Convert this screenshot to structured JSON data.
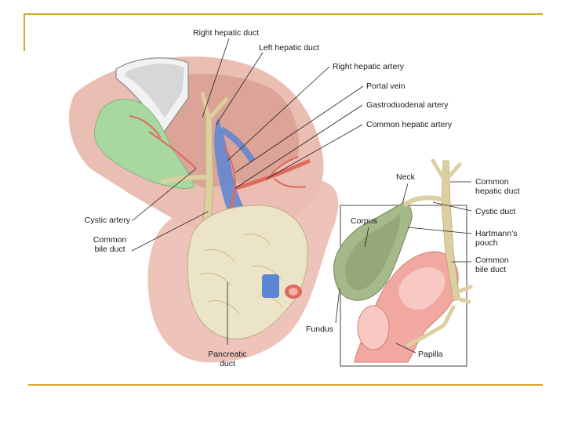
{
  "colors": {
    "frame": "#d4a82a",
    "leader": "#222222",
    "tissue": "#e9b8ad",
    "liver": "#d99a8a",
    "gallbladder_green": "#a9d9a4",
    "duct": "#d9cfa0",
    "portal_vein": "#4a78c8",
    "artery": "#e0645a",
    "pancreas": "#ece6c8",
    "inset_gallbladder": "#9db07a"
  },
  "labels": {
    "right_hepatic_duct": "Right hepatic duct",
    "left_hepatic_duct": "Left hepatic duct",
    "right_hepatic_artery": "Right hepatic artery",
    "portal_vein": "Portal vein",
    "gastroduodenal_artery": "Gastroduodenal artery",
    "common_hepatic_artery": "Common hepatic artery",
    "cystic_artery": "Cystic artery",
    "common_bile_duct_left": "Common\nbile duct",
    "pancreatic_duct": "Pancreatic\nduct",
    "neck": "Neck",
    "corpus": "Corpus",
    "fundus": "Fundus",
    "papilla": "Papilla",
    "common_hepatic_duct": "Common\nhepatic duct",
    "cystic_duct": "Cystic duct",
    "hartmanns_pouch": "Hartmann’s\npouch",
    "common_bile_duct_right": "Common\nbile duct"
  }
}
